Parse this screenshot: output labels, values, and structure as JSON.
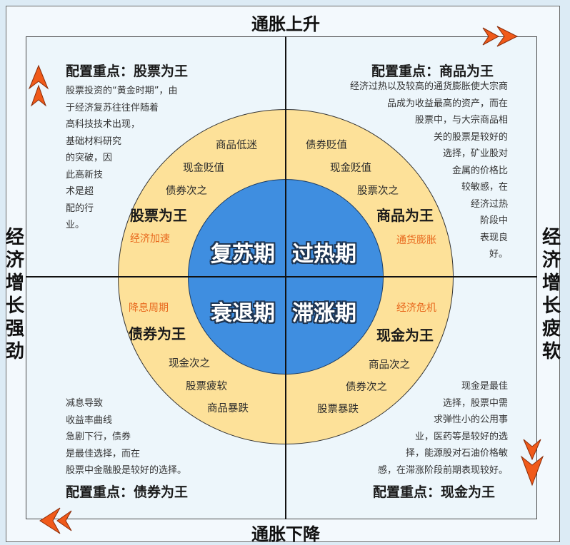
{
  "axes": {
    "top": "通胀上升",
    "bottom": "通胀下降",
    "left": [
      "经",
      "济",
      "增",
      "长",
      "强",
      "劲"
    ],
    "right": [
      "经",
      "济",
      "增",
      "长",
      "疲",
      "软"
    ]
  },
  "phases": {
    "recovery": "复苏期",
    "overheat": "过热期",
    "recession": "衰退期",
    "stagflation": "滞涨期"
  },
  "quadrants": {
    "top_left": {
      "focus": "配置重点：股票为王",
      "description": [
        "股票投资的“黄金时期”，由",
        "于经济复苏往往伴随着",
        "高科技技术出现，",
        "基础材料研究",
        "的突破，因",
        "此高新技",
        "术是超",
        "配的行",
        "业。"
      ],
      "ring_items": [
        "商品低迷",
        "现金贬值",
        "债券次之"
      ],
      "king": "股票为王",
      "theme": "经济加速"
    },
    "top_right": {
      "focus": "配置重点：商品为王",
      "description": [
        "经济过热以及较高的通货膨胀使大宗商",
        "品成为收益最高的资产，而在",
        "股票中，与大宗商品相",
        "关的股票是较好的",
        "选择，矿业股对",
        "金属的价格比",
        "较敏感，在",
        "经济过热",
        "阶段中",
        "表现良",
        "好。"
      ],
      "ring_items": [
        "债券贬值",
        "现金贬值",
        "股票次之"
      ],
      "king": "商品为王",
      "theme": "通货膨胀"
    },
    "bottom_left": {
      "focus": "配置重点：债券为王",
      "description": [
        "减息导致",
        "收益率曲线",
        "急剧下行，债券",
        "是最佳选择，而在",
        "股票中金融股是较好的选择。"
      ],
      "ring_items": [
        "现金次之",
        "股票疲软",
        "商品暴跌"
      ],
      "king": "债券为王",
      "theme": "降息周期"
    },
    "bottom_right": {
      "focus": "配置重点：现金为王",
      "description": [
        "现金是最佳",
        "选择，股票中需",
        "求弹性小的公用事",
        "业，医药等是较好的选",
        "择，能源股对石油价格敏",
        "感，在滞涨阶段前期表现较好。"
      ],
      "ring_items": [
        "商品次之",
        "债券次之",
        "股票暴跌"
      ],
      "king": "现金为王",
      "theme": "经济危机"
    }
  },
  "colors": {
    "ring": "#fde199",
    "core": "#3f8ee0",
    "theme_text": "#e8691e",
    "arrow": "#f05a1a",
    "background": "#edf6fb"
  }
}
